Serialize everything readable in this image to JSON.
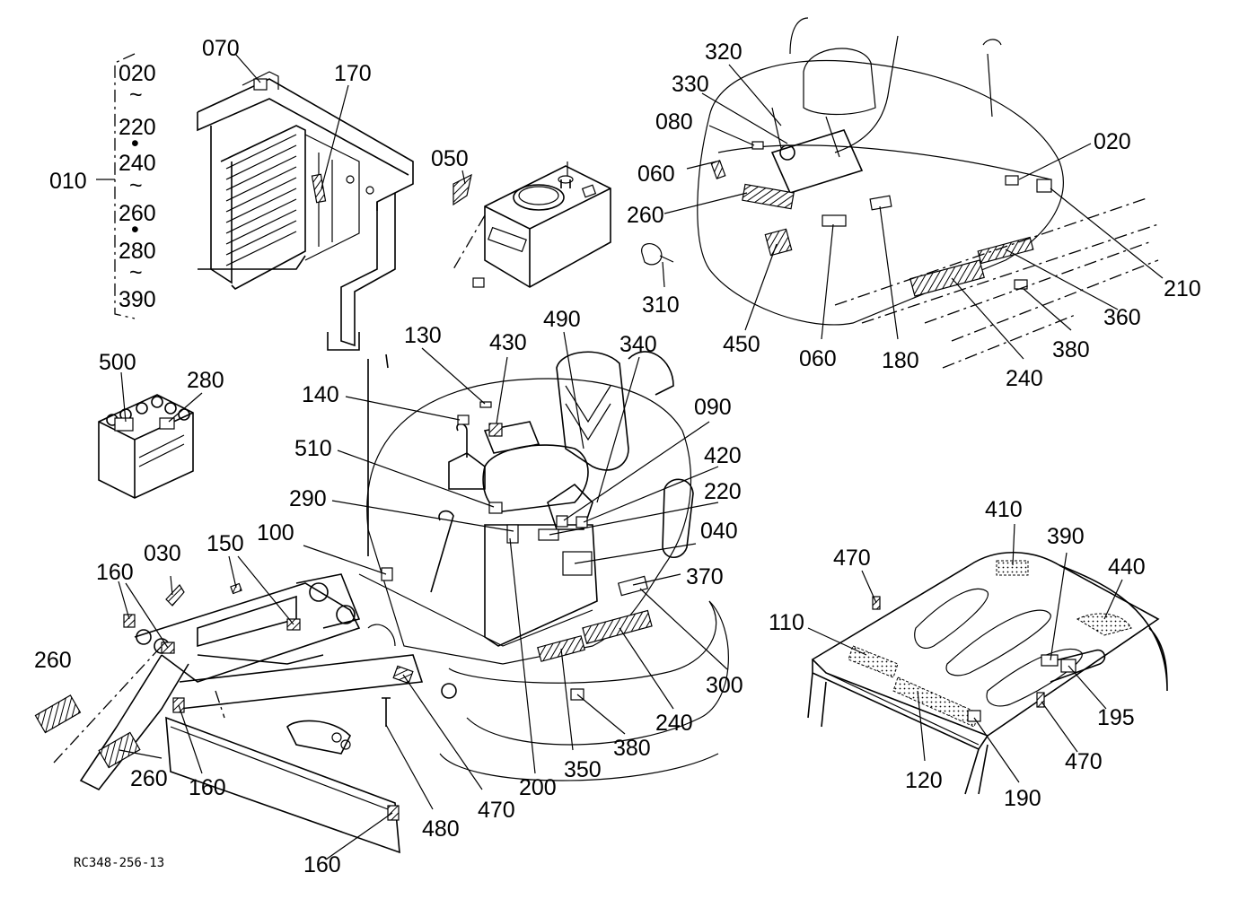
{
  "range_labels": [
    "020",
    "~",
    "220",
    "•",
    "240",
    "~",
    "260",
    "•",
    "280",
    "~",
    "390"
  ],
  "group_label": "010",
  "callouts": [
    {
      "id": "c070",
      "text": "070"
    },
    {
      "id": "c170",
      "text": "170"
    },
    {
      "id": "c050",
      "text": "050"
    },
    {
      "id": "c320",
      "text": "320"
    },
    {
      "id": "c330",
      "text": "330"
    },
    {
      "id": "c080",
      "text": "080"
    },
    {
      "id": "c060a",
      "text": "060"
    },
    {
      "id": "c260a",
      "text": "260"
    },
    {
      "id": "c020",
      "text": "020"
    },
    {
      "id": "c210",
      "text": "210"
    },
    {
      "id": "c360",
      "text": "360"
    },
    {
      "id": "c310",
      "text": "310"
    },
    {
      "id": "c450",
      "text": "450"
    },
    {
      "id": "c060b",
      "text": "060"
    },
    {
      "id": "c180",
      "text": "180"
    },
    {
      "id": "c380a",
      "text": "380"
    },
    {
      "id": "c240a",
      "text": "240"
    },
    {
      "id": "c500",
      "text": "500"
    },
    {
      "id": "c280",
      "text": "280"
    },
    {
      "id": "c130",
      "text": "130"
    },
    {
      "id": "c430",
      "text": "430"
    },
    {
      "id": "c490",
      "text": "490"
    },
    {
      "id": "c340",
      "text": "340"
    },
    {
      "id": "c140",
      "text": "140"
    },
    {
      "id": "c090",
      "text": "090"
    },
    {
      "id": "c510",
      "text": "510"
    },
    {
      "id": "c420",
      "text": "420"
    },
    {
      "id": "c290",
      "text": "290"
    },
    {
      "id": "c220",
      "text": "220"
    },
    {
      "id": "c040",
      "text": "040"
    },
    {
      "id": "c100",
      "text": "100"
    },
    {
      "id": "c370",
      "text": "370"
    },
    {
      "id": "c030",
      "text": "030"
    },
    {
      "id": "c150",
      "text": "150"
    },
    {
      "id": "c160a",
      "text": "160"
    },
    {
      "id": "c260b",
      "text": "260"
    },
    {
      "id": "c260c",
      "text": "260"
    },
    {
      "id": "c160b",
      "text": "160"
    },
    {
      "id": "c160c",
      "text": "160"
    },
    {
      "id": "c480",
      "text": "480"
    },
    {
      "id": "c470a",
      "text": "470"
    },
    {
      "id": "c200",
      "text": "200"
    },
    {
      "id": "c350",
      "text": "350"
    },
    {
      "id": "c380b",
      "text": "380"
    },
    {
      "id": "c240b",
      "text": "240"
    },
    {
      "id": "c300",
      "text": "300"
    },
    {
      "id": "c410",
      "text": "410"
    },
    {
      "id": "c470b",
      "text": "470"
    },
    {
      "id": "c390",
      "text": "390"
    },
    {
      "id": "c440",
      "text": "440"
    },
    {
      "id": "c110",
      "text": "110"
    },
    {
      "id": "c120",
      "text": "120"
    },
    {
      "id": "c190",
      "text": "190"
    },
    {
      "id": "c195",
      "text": "195"
    },
    {
      "id": "c470c",
      "text": "470"
    }
  ],
  "drawing_code": "RC348-256-13"
}
